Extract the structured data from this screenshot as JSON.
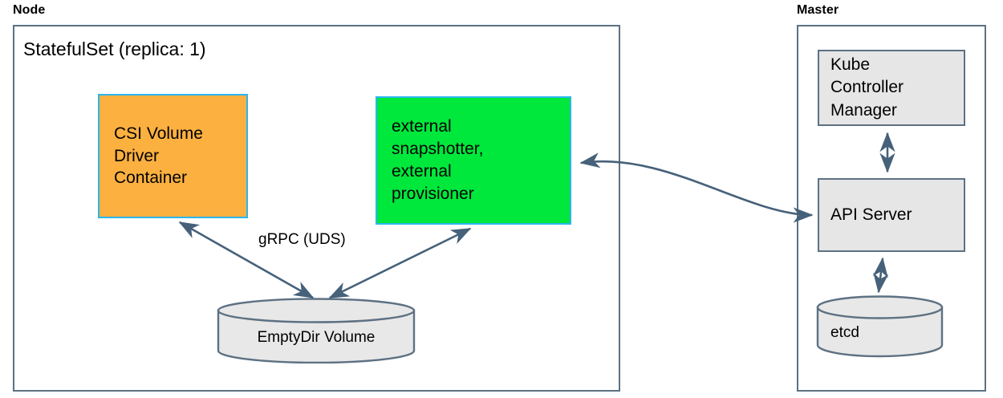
{
  "diagram": {
    "title_node": "Node",
    "title_master": "Master",
    "stateful_set": "StatefulSet (replica: 1)",
    "colors": {
      "orange_fill": "#fbb040",
      "green_fill": "#00e83c",
      "cyan_border": "#2cb5f0",
      "gray_fill": "#e6e6e6",
      "slate_border": "#5d7183",
      "arrow": "#46617a"
    },
    "nodes": {
      "csi_driver": {
        "lines": [
          "CSI Volume",
          "Driver",
          "Container"
        ]
      },
      "external": {
        "lines": [
          "external",
          "snapshotter,",
          "external",
          "provisioner"
        ]
      },
      "emptydir": {
        "label": "EmptyDir Volume"
      },
      "kube_controller_manager": {
        "lines": [
          "Kube",
          "Controller",
          "Manager"
        ]
      },
      "api_server": {
        "label": "API Server"
      },
      "etcd": {
        "label": "etcd"
      }
    },
    "edges": {
      "grpc_label": "gRPC (UDS)"
    }
  }
}
